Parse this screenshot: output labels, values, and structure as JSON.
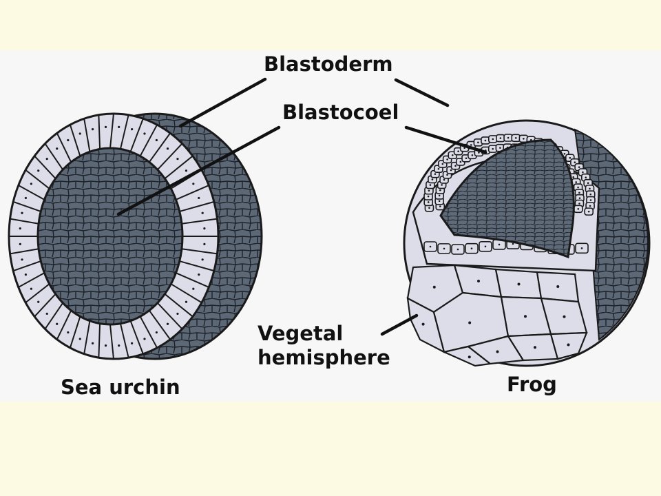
{
  "labels": {
    "blastoderm": "Blastoderm",
    "blastocoel": "Blastocoel",
    "vegetal_line1": "Vegetal",
    "vegetal_line2": "hemisphere",
    "sea_urchin": "Sea urchin",
    "frog": "Frog"
  },
  "colors": {
    "page_background": "#fdfae4",
    "figure_background": "#f7f7f7",
    "cell_light": "#dcdde8",
    "cell_dark": "#5d6877",
    "outline": "#1a1a1a"
  }
}
